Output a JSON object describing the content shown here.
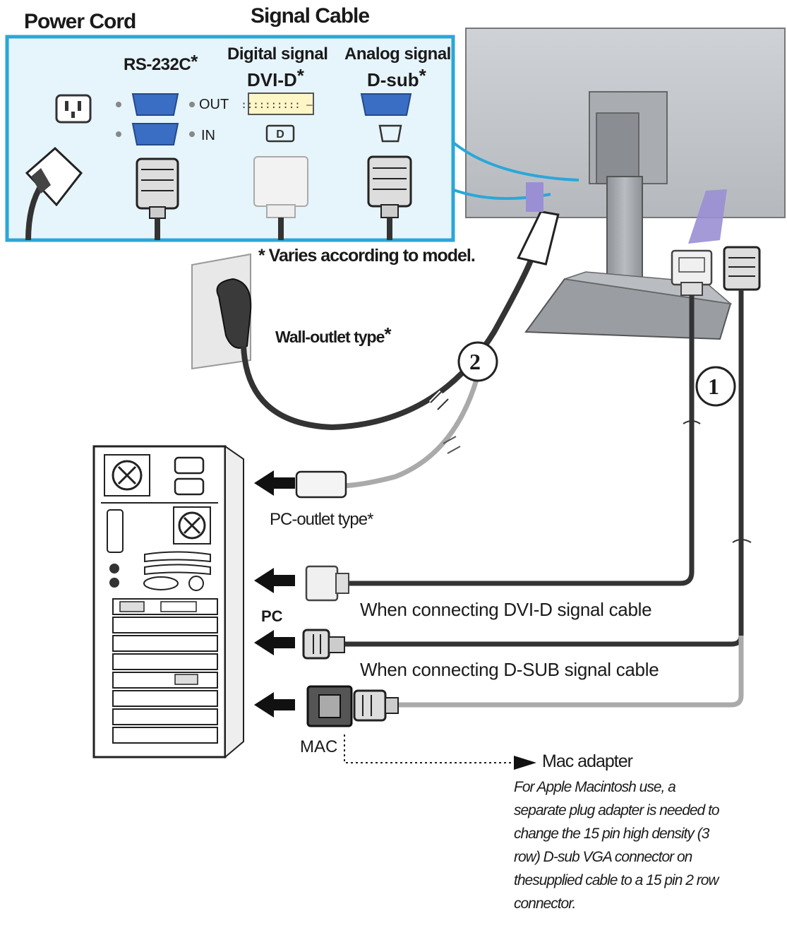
{
  "headers": {
    "power_cord": "Power Cord",
    "signal_cable": "Signal Cable"
  },
  "ports": {
    "rs232c": "RS-232C",
    "out": "OUT",
    "in": "IN",
    "digital_signal": "Digital signal",
    "dvi_d": "DVI-D",
    "analog_signal": "Analog signal",
    "d_sub": "D-sub",
    "asterisk": "*"
  },
  "notes": {
    "varies": "* Varies according to model.",
    "wall_outlet": "Wall-outlet type",
    "pc_outlet": "PC-outlet type*"
  },
  "steps": {
    "step1": "1",
    "step2": "2"
  },
  "connections": {
    "pc": "PC",
    "dvi_cable": "When connecting DVI-D signal cable",
    "dsub_cable": "When connecting D-SUB signal cable",
    "mac": "MAC"
  },
  "mac_adapter": {
    "title": "Mac adapter",
    "description": "For Apple Macintosh use, a separate plug adapter is needed to change the 15 pin high density (3 row) D-sub VGA connector on thesupplied cable to a 15 pin 2 row connector."
  },
  "colors": {
    "panel_bg": "#e6f4fb",
    "panel_border": "#2aa7d8",
    "port_blue": "#3a6ec4",
    "arrow_purple": "#9a8fd4",
    "cable_dark": "#333333",
    "cable_light": "#aaaaaa"
  }
}
